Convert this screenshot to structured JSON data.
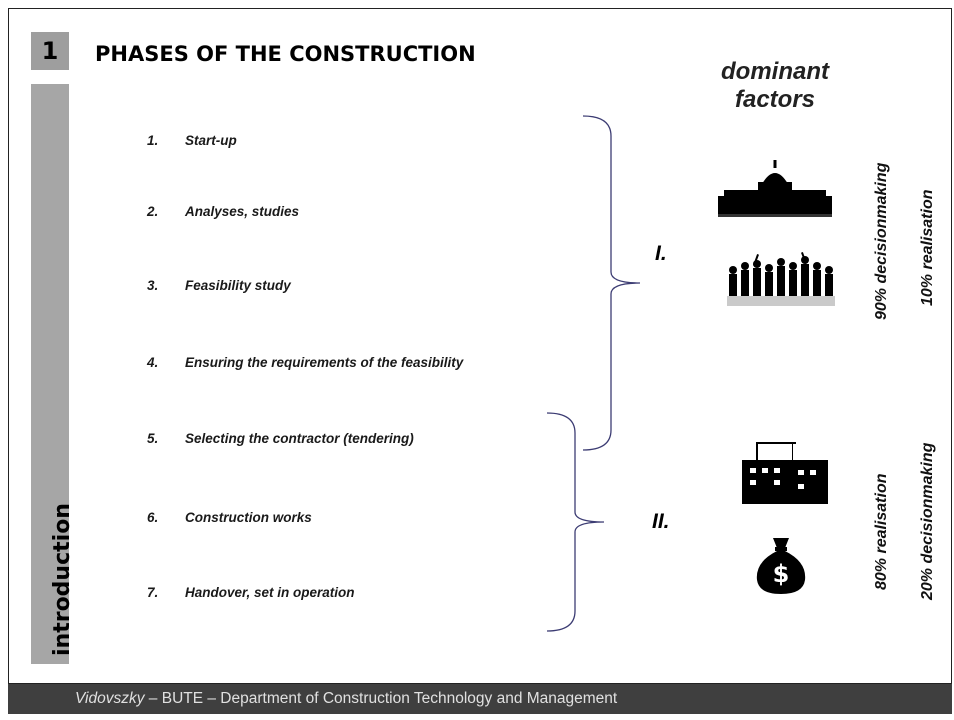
{
  "slide_number": "1",
  "title": "PHASES OF THE CONSTRUCTION",
  "side_label": "introduction",
  "dominant_factors": {
    "line1": "dominant",
    "line2": "factors"
  },
  "phases": [
    {
      "num": "1.",
      "label": "Start-up"
    },
    {
      "num": "2.",
      "label": "Analyses, studies"
    },
    {
      "num": "3.",
      "label": "Feasibility study"
    },
    {
      "num": "4.",
      "label": "Ensuring the requirements of the feasibility"
    },
    {
      "num": "5.",
      "label": "Selecting the contractor (tendering)"
    },
    {
      "num": "6.",
      "label": "Construction works"
    },
    {
      "num": "7.",
      "label": "Handover, set in operation"
    }
  ],
  "groups": {
    "group1": {
      "roman": "I.",
      "ratio_a": "90% decisionmaking",
      "ratio_b": "10% realisation"
    },
    "group2": {
      "roman": "II.",
      "ratio_a": "80% realisation",
      "ratio_b": "20% decisionmaking"
    }
  },
  "icons": {
    "capitol": "capitol-building-icon",
    "crowd": "crowd-people-icon",
    "construction": "construction-site-crane-icon",
    "money": "money-bag-icon"
  },
  "footer": {
    "author": "Vidovszky",
    "rest": " – BUTE – Department of Construction Technology and Management"
  },
  "colors": {
    "bracket": "#3c3c73",
    "side_bar": "#a6a6a6",
    "footer_bg": "#3f3f3f"
  }
}
